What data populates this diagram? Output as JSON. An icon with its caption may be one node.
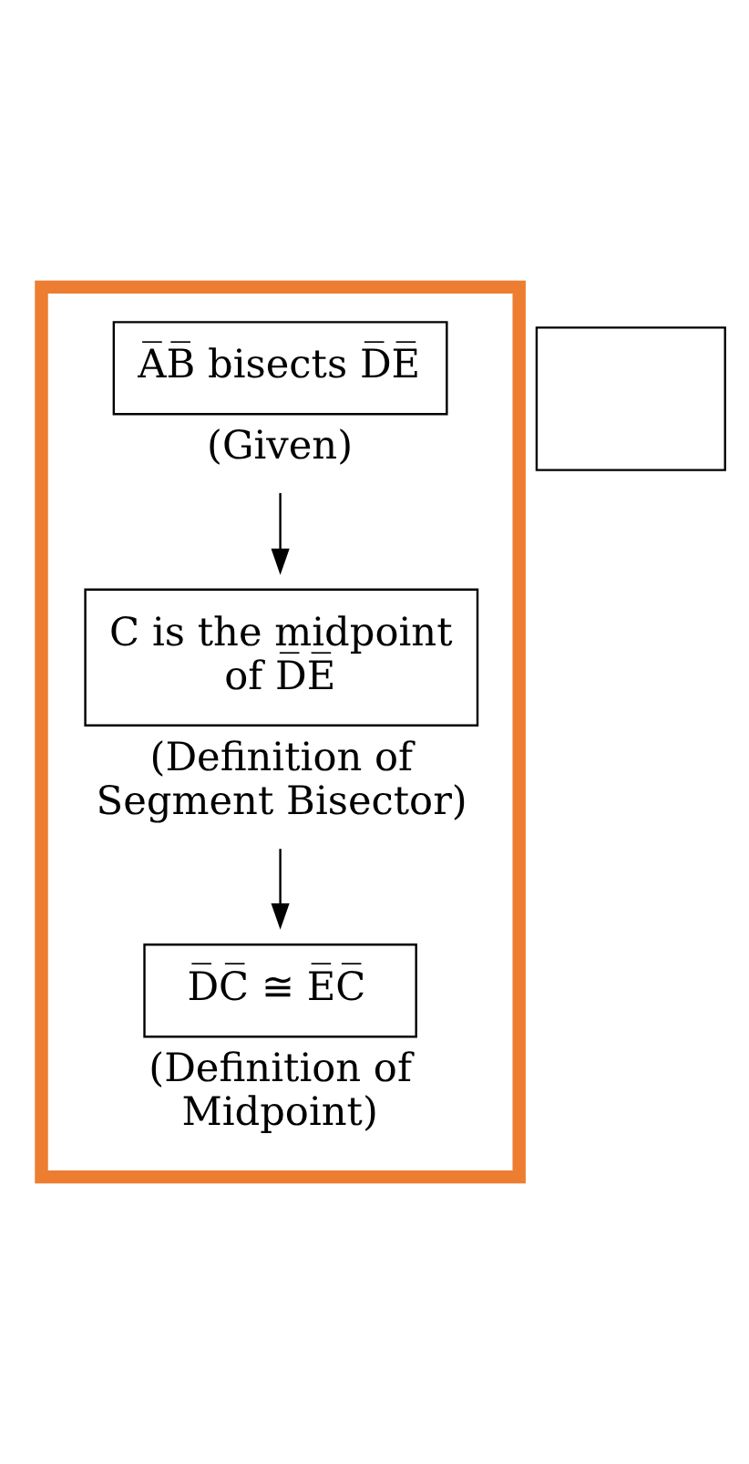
{
  "diagram": {
    "nodes": [
      {
        "text": [],
        "shape": "box"
      },
      {
        "text": [],
        "shape": "box"
      },
      {
        "text": [
          "A̅B̅ bisects D̅E̅"
        ],
        "beside": [
          "(Given)"
        ],
        "in": 0
      },
      {
        "text": [
          "C is the midpoint of D̅E̅"
        ],
        "beside": [
          "(Definition of Segment Bisector)"
        ],
        "in": 0
      },
      {
        "text": [
          "D̅C̅ ≅ E̅C̅"
        ],
        "beside": [
          "(Definition of Midpoint)"
        ],
        "in": 0
      }
    ],
    "edges": [
      {
        "from": 2,
        "to": 3,
        "arrow": "to"
      },
      {
        "from": 3,
        "to": 4,
        "arrow": "to"
      }
    ]
  }
}
